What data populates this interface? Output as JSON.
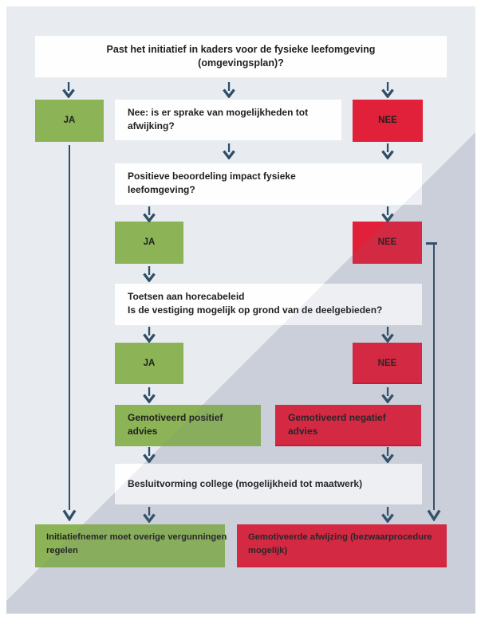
{
  "flow": {
    "title_box": {
      "line1": "Past het initiatief in kaders voor de fysieke leefomgeving",
      "line2": "(omgevingsplan)?"
    },
    "ja1": "JA",
    "nee1": "NEE",
    "afwijking": {
      "line1": "Nee: is er sprake van mogelijkheden tot",
      "line2": "afwijking?"
    },
    "positief": {
      "line1": "Positieve beoordeling impact fysieke",
      "line2": "leefomgeving?"
    },
    "ja2": "JA",
    "nee2": "NEE",
    "horeca": {
      "line1": "Toetsen aan horecabeleid",
      "line2": "Is de vestiging mogelijk op grond van de deelgebieden?"
    },
    "ja3": "JA",
    "nee3": "NEE",
    "advies_pos": {
      "line1": "Gemotiveerd positief",
      "line2": "advies"
    },
    "advies_neg": {
      "line1": "Gemotiveerd negatief",
      "line2": "advies"
    },
    "besluit": "Besluitvorming college (mogelijkheid tot maatwerk)",
    "uitkomst_pos": {
      "line1": "Initiatiefnemer moet overige vergunningen",
      "line2": "regelen"
    },
    "uitkomst_neg": {
      "line1": "Gemotiveerde afwijzing (bezwaarprocedure",
      "line2": "mogelijk)"
    }
  },
  "colors": {
    "bg_light": "#E8ECF1",
    "bg_dark": "#D5DAE1",
    "green": "#8CB456",
    "red": "#E02139",
    "arrow": "#2F4E68",
    "text": "#1F1F1F",
    "box_white": "#FFFFFF"
  }
}
